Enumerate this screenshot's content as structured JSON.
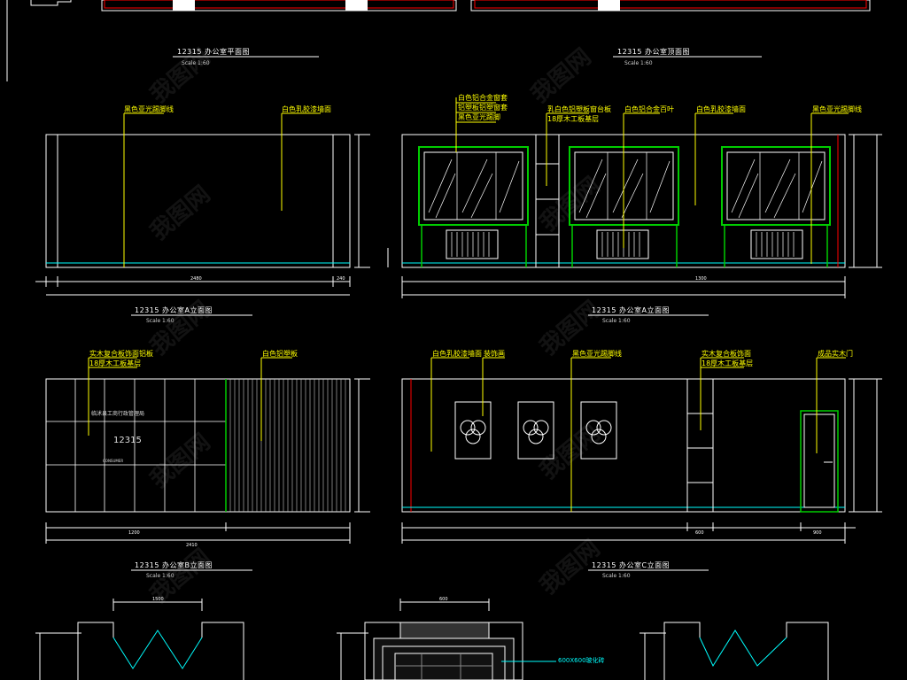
{
  "colors": {
    "background": "#000000",
    "outline": "#ffffff",
    "label": "#ffff00",
    "window_frame": "#00cc00",
    "floor_line": "#00ffff",
    "accent": "#ff0000"
  },
  "drawings": [
    {
      "id": "plan",
      "title": "12315 办公室平面图",
      "scale": "Scale    1:60"
    },
    {
      "id": "ceiling",
      "title": "12315 办公室顶面图",
      "scale": "Scale    1:60"
    },
    {
      "id": "elevA",
      "title": "12315 办公室A立面图",
      "scale": "Scale    1:60",
      "labels": [
        "黑色亚光踢脚线",
        "白色乳胶漆墙面"
      ],
      "dims": [
        "2480",
        "240"
      ]
    },
    {
      "id": "elevB",
      "title": "12315 办公室A立面图",
      "scale": "Scale    1:60",
      "labels": [
        "白色铝合金窗套",
        "铝塑板铝塑窗套",
        "黑色亚光踢脚",
        "乳白色铝塑板窗台板",
        "18厚木工板基层",
        "白色铝合金百叶",
        "白色乳胶漆墙面",
        "黑色亚光踢脚线"
      ],
      "dims": [
        "1300"
      ]
    },
    {
      "id": "elevC",
      "title": "12315 办公室B立面图",
      "scale": "Scale    1:60",
      "labels": [
        "实木复合板饰面铝板",
        "18厚木工板基层",
        "白色铝塑板"
      ],
      "wall_text": [
        "临沭县工商行政管理局",
        "12315",
        "CONSUMER"
      ],
      "dims": [
        "1200",
        "2410"
      ]
    },
    {
      "id": "elevD",
      "title": "12315 办公室C立面图",
      "scale": "Scale    1:60",
      "labels": [
        "白色乳胶漆墙面",
        "装饰画",
        "黑色亚光踢脚线",
        "实木复合板饰面",
        "18厚木工板基层",
        "成品实木门"
      ],
      "dims": [
        "600",
        "900"
      ]
    },
    {
      "id": "details",
      "labels": [
        "600X600玻化砖"
      ],
      "dims": [
        "1500",
        "600"
      ]
    }
  ],
  "watermark": "我图网"
}
